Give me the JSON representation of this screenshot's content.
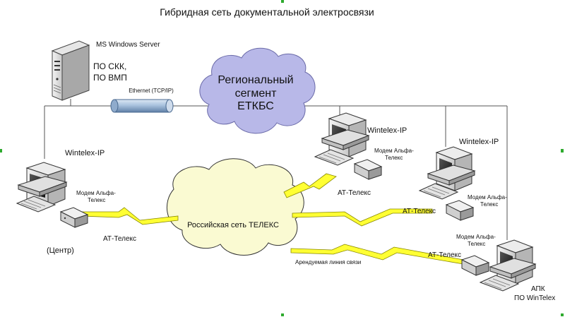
{
  "title": "Гибридная сеть документальной электросвязи",
  "server": {
    "name": "MS Windows Server",
    "software_line1": "ПО СКК,",
    "software_line2": "ПО ВМП",
    "link_label": "Ethernet (TCP/IP)"
  },
  "regional_cloud": {
    "line1": "Региональный",
    "line2": "сегмент",
    "line3": "ЕТКБС"
  },
  "telex_cloud": {
    "label": "Российская сеть ТЕЛЕКС"
  },
  "stations": {
    "center": {
      "name": "Wintelex-IP",
      "modem_line1": "Модем Альфа-",
      "modem_line2": "Телекс",
      "link": "АТ-Телекс",
      "caption": "(Центр)"
    },
    "middle": {
      "name": "Wintelex-IP",
      "modem_line1": "Модем Альфа-",
      "modem_line2": "Телекс",
      "link": "АТ-Телекс"
    },
    "right": {
      "name": "Wintelex-IP",
      "modem_line1": "Модем Альфа-",
      "modem_line2": "Телекс",
      "link": "АТ-Телекс"
    },
    "apk": {
      "modem_line1": "Модем Альфа-",
      "modem_line2": "Телекс",
      "link": "АТ-Телекс",
      "leased_line": "Арендуемая линия связи",
      "caption_line1": "АПК",
      "caption_line2": "ПО WinTelex"
    }
  },
  "colors": {
    "cloud_regional": "#b8b8e8",
    "cloud_telex": "#fafad2",
    "lightning": "#ffff33",
    "pipe": "#a9c2de",
    "line": "#555555",
    "marker": "#2eaa2e"
  },
  "icons": [
    "server-tower-icon",
    "computer-icon",
    "modem-icon",
    "keyboard-icon",
    "lightning-icon",
    "cloud-icon",
    "ethernet-pipe-icon"
  ]
}
